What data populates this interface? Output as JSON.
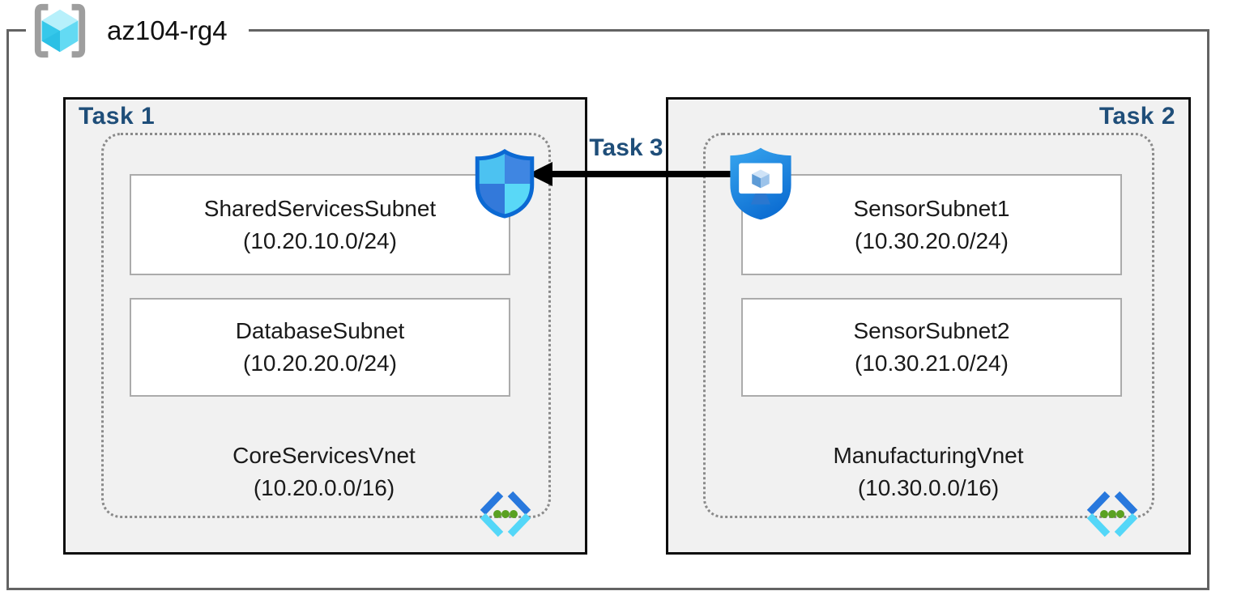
{
  "resource_group": {
    "name": "az104-rg4"
  },
  "labels": {
    "task1": "Task 1",
    "task2": "Task 2",
    "task3": "Task 3"
  },
  "vnets": [
    {
      "name": "CoreServicesVnet",
      "cidr": "(10.20.0.0/16)",
      "subnets": [
        {
          "name": "SharedServicesSubnet",
          "cidr": "(10.20.10.0/24)"
        },
        {
          "name": "DatabaseSubnet",
          "cidr": "(10.20.20.0/24)"
        }
      ]
    },
    {
      "name": "ManufacturingVnet",
      "cidr": "(10.30.0.0/16)",
      "subnets": [
        {
          "name": "SensorSubnet1",
          "cidr": "(10.30.20.0/24)"
        },
        {
          "name": "SensorSubnet2",
          "cidr": "(10.30.21.0/24)"
        }
      ]
    }
  ],
  "icons": {
    "resource_group": "resource-group-cube-in-brackets-icon",
    "task1_security": "network-security-group-shield-icon",
    "task2_security": "bastion-shield-monitor-icon",
    "virtual_network": "virtual-network-chevrons-icon"
  },
  "colors": {
    "task_label_navy": "#1f4e79",
    "task_box_background": "#f1f1f1",
    "task_box_border": "#0d0d0d",
    "frame_border": "#636363",
    "dashed_border": "#8a8a8a",
    "subnet_border": "#ababab",
    "arrow_black": "#000000",
    "shield_outline_blue": "#0b69d3",
    "shield_light_blue": "#4cc2f1",
    "shield_medium_blue": "#3f86e2",
    "vnet_chevron_dark": "#2878dd",
    "vnet_chevron_light": "#54d7f8",
    "vnet_dot_green": "#5aa122",
    "cube_cyan": "#36c8ea"
  }
}
